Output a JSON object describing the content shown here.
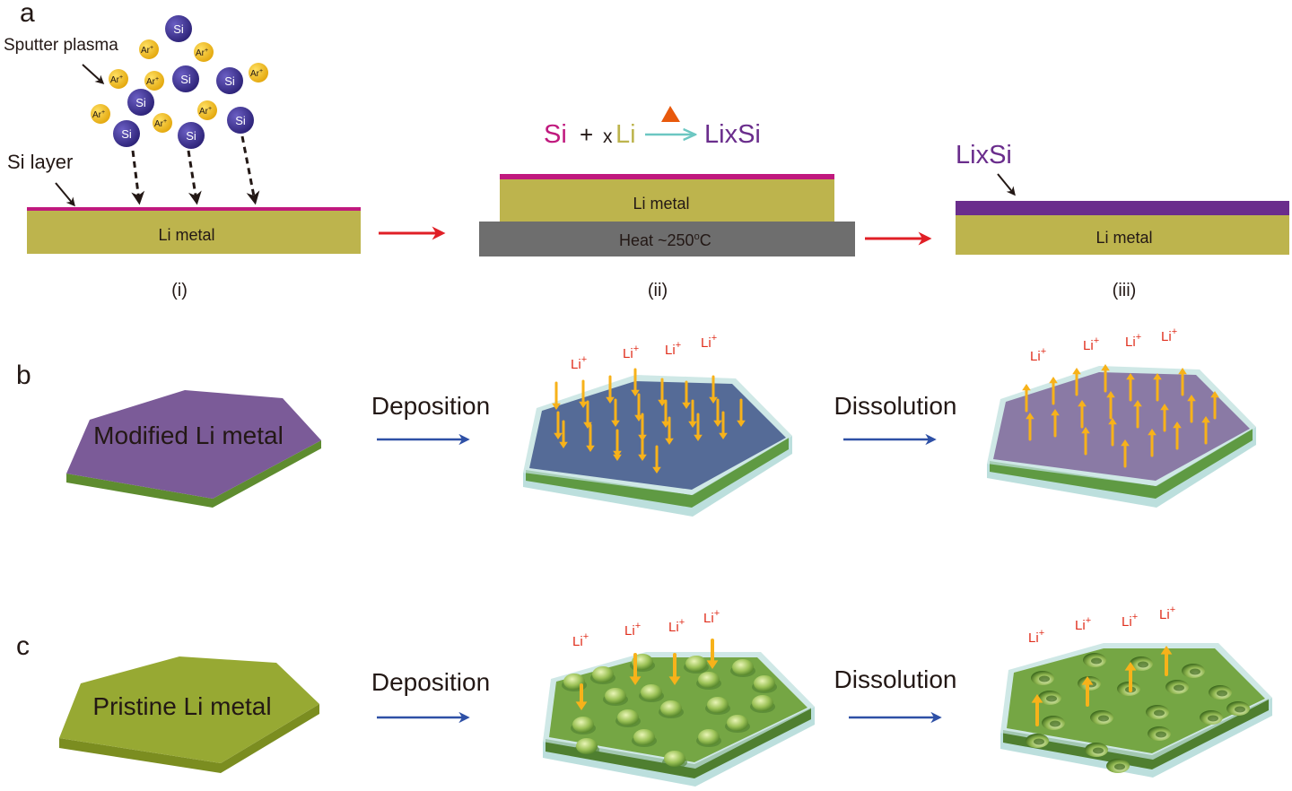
{
  "colors": {
    "li_metal": "#bdb44d",
    "si_line": "#c0197e",
    "lixsi": "#6a2d8c",
    "heater": "#6e6e6e",
    "red_arrow": "#e01f26",
    "blue_arrow": "#2e50a6",
    "si_ball": "#3b2f8f",
    "ar_ball": "#f2bd17",
    "yellow_arrow": "#f7b21a",
    "li_ion": "#e0301e",
    "modified_top": "#7b5b98",
    "pristine_top": "#97a933",
    "film_green": "#5f9a43"
  },
  "panel_a": {
    "label": "a",
    "sputter_label": "Sputter plasma",
    "si_layer_label": "Si layer",
    "si": "Si",
    "ar": "Ar",
    "ar_sup": "+",
    "li_metal": "Li metal",
    "heat_label": "Heat ~250",
    "heat_deg": "o",
    "heat_unit": "C",
    "eq_si": "Si",
    "eq_plus": "+",
    "eq_x": "x",
    "eq_li": "Li",
    "eq_product": "LixSi",
    "lixsi_label": "LixSi",
    "steps": [
      "(i)",
      "(ii)",
      "(iii)"
    ]
  },
  "panel_b": {
    "label": "b",
    "sample": "Modified Li metal",
    "deposition": "Deposition",
    "dissolution": "Dissolution",
    "ion": "Li",
    "ion_sup": "+"
  },
  "panel_c": {
    "label": "c",
    "sample": "Pristine Li metal",
    "deposition": "Deposition",
    "dissolution": "Dissolution",
    "ion": "Li",
    "ion_sup": "+"
  }
}
